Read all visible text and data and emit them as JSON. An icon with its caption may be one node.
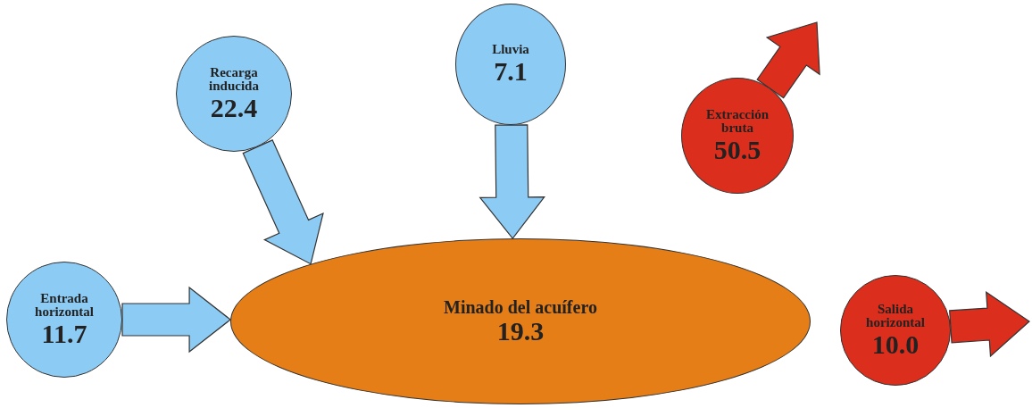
{
  "diagram": {
    "nodes": [
      {
        "text": [
          "Recarga inducida",
          "22.4"
        ]
      },
      {
        "text": [
          "Lluvia",
          "7.1"
        ]
      },
      {
        "text": [
          "Extracción bruta",
          "50.5"
        ]
      },
      {
        "text": [
          "Entrada horizontal",
          "11.7"
        ]
      },
      {
        "text": [
          "Minado del acuífero",
          "19.3"
        ]
      },
      {
        "text": [
          "Salida horizontal",
          "10.0"
        ]
      }
    ],
    "edges": [
      {
        "from": 0,
        "to": 4,
        "arrow": "to"
      },
      {
        "from": 1,
        "to": 4,
        "arrow": "to"
      },
      {
        "from": 2,
        "to": null,
        "arrow": "to",
        "color": "#dc2e1c"
      },
      {
        "from": 3,
        "to": 4,
        "arrow": "to"
      },
      {
        "from": 5,
        "to": null,
        "arrow": "to",
        "color": "#dc2e1c"
      }
    ]
  }
}
